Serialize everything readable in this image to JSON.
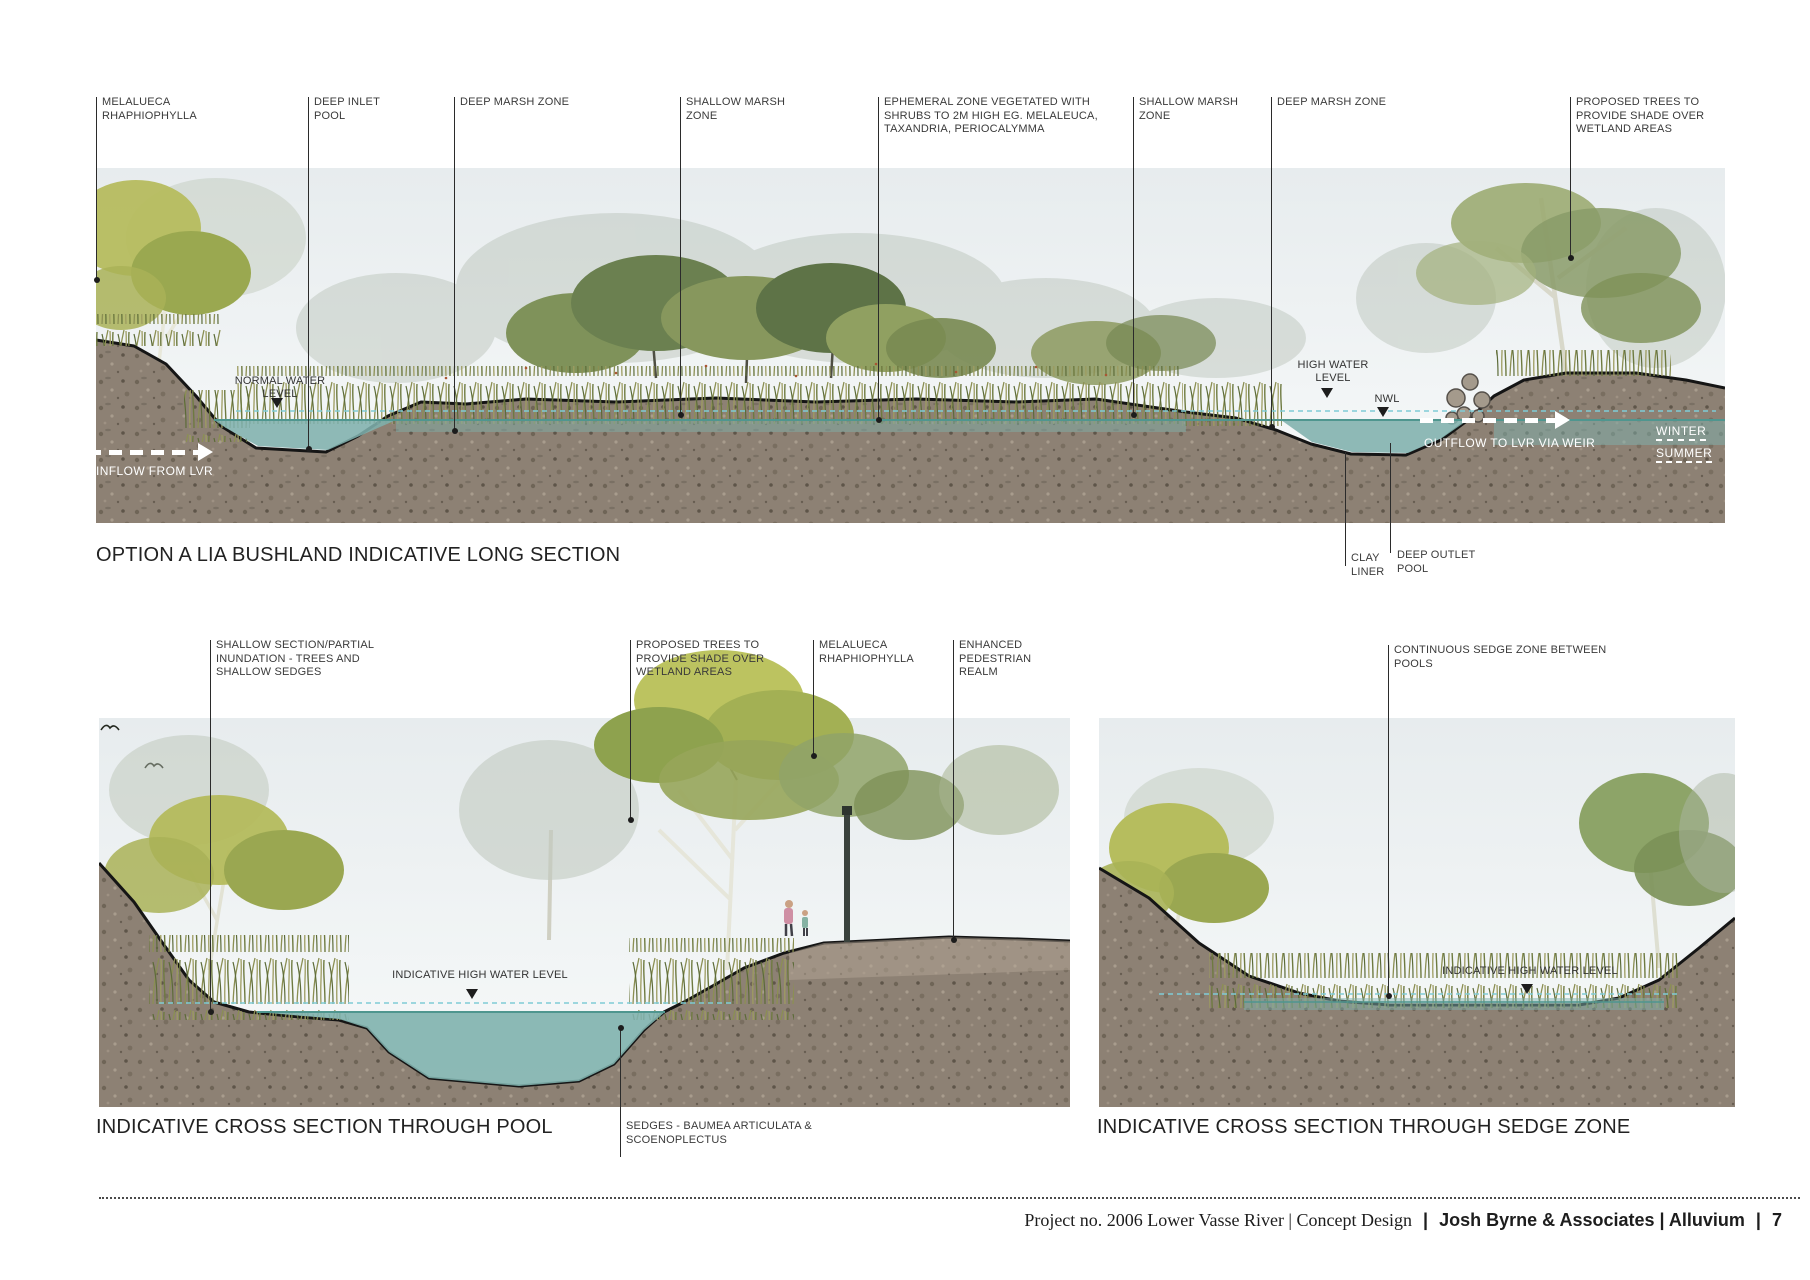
{
  "long_section": {
    "title": "OPTION A LIA BUSHLAND INDICATIVE LONG SECTION",
    "callouts": [
      {
        "text": "MELALUECA RHAPHIOPHYLLA"
      },
      {
        "text": "DEEP INLET POOL"
      },
      {
        "text": "DEEP MARSH ZONE"
      },
      {
        "text": "SHALLOW MARSH ZONE"
      },
      {
        "text": "EPHEMERAL ZONE VEGETATED WITH SHRUBS TO 2M HIGH EG. MELALEUCA, TAXANDRIA, PERIOCALYMMA"
      },
      {
        "text": "SHALLOW MARSH ZONE"
      },
      {
        "text": "DEEP MARSH ZONE"
      },
      {
        "text": "PROPOSED TREES TO PROVIDE SHADE OVER WETLAND AREAS"
      }
    ],
    "water_levels": {
      "normal": "NORMAL WATER LEVEL",
      "high": "HIGH WATER LEVEL",
      "nwl": "NWL"
    },
    "flows": {
      "inflow": "INFLOW FROM LVR",
      "outflow": "OUTFLOW TO LVR VIA WEIR",
      "winter": "WINTER",
      "summer": "SUMMER"
    },
    "bottom_callouts": [
      {
        "text": "CLAY LINER"
      },
      {
        "text": "DEEP OUTLET POOL"
      }
    ]
  },
  "pool_section": {
    "title": "INDICATIVE CROSS SECTION THROUGH POOL",
    "callouts": [
      {
        "text": "SHALLOW SECTION/PARTIAL INUNDATION - TREES AND SHALLOW SEDGES"
      },
      {
        "text": "PROPOSED TREES TO PROVIDE SHADE OVER WETLAND AREAS"
      },
      {
        "text": "MELALUECA RHAPHIOPHYLLA"
      },
      {
        "text": "ENHANCED PEDESTRIAN REALM"
      }
    ],
    "water_level": "INDICATIVE HIGH WATER LEVEL",
    "bottom_callout": {
      "text": "SEDGES - BAUMEA ARTICULATA & SCOENOPLECTUS"
    }
  },
  "sedge_section": {
    "title": "INDICATIVE CROSS SECTION THROUGH SEDGE ZONE",
    "callouts": [
      {
        "text": "CONTINUOUS SEDGE ZONE BETWEEN POOLS"
      }
    ],
    "water_level": "INDICATIVE HIGH WATER LEVEL"
  },
  "footer": {
    "project": "Project no. 2006 Lower Vasse River | Concept Design",
    "separator": "|",
    "firm": "Josh Byrne & Associates | Alluvium",
    "page_number": "7"
  },
  "colors": {
    "water": "#7fb1ad",
    "water_dashed_line": "#7fccd6",
    "water_surface_line": "#4f968f",
    "soil": "#8d8174",
    "canopy_bright": "#b9c05f",
    "canopy_mid": "#8a9a5e",
    "outline": "#151515"
  }
}
